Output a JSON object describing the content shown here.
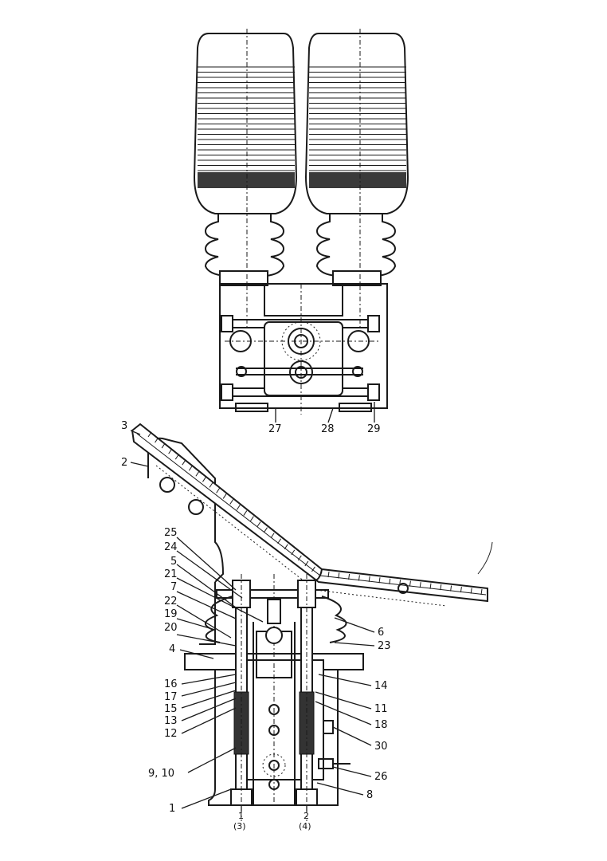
{
  "callouts": {
    "c1": "1",
    "c2": "2",
    "c3": "3",
    "c4": "4",
    "c5": "5",
    "c6": "6",
    "c7": "7",
    "c8": "8",
    "c9_10": "9, 10",
    "c11": "11",
    "c12": "12",
    "c13": "13",
    "c14": "14",
    "c15": "15",
    "c16": "16",
    "c17": "17",
    "c18": "18",
    "c19": "19",
    "c20": "20",
    "c21": "21",
    "c22": "22",
    "c23": "23",
    "c24": "24",
    "c25": "25",
    "c26": "26",
    "c27": "27",
    "c28": "28",
    "c29": "29",
    "c30": "30"
  },
  "ports": {
    "port_1": "1",
    "port_1_alt": "(3)",
    "port_2": "2",
    "port_2_alt": "(4)"
  }
}
